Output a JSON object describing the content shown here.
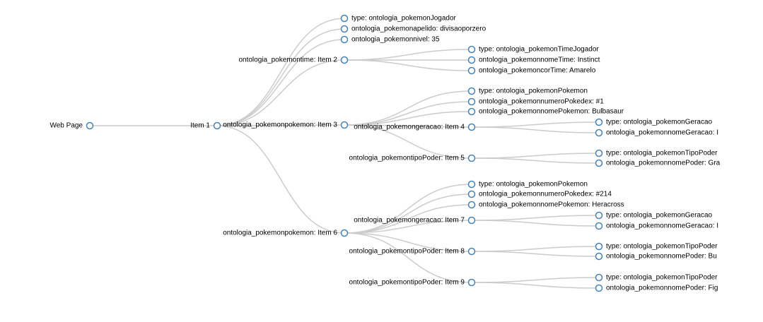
{
  "tree": {
    "name": "Web Page",
    "children": [
      {
        "name": "Item 1",
        "children": [
          {
            "name": "ontologia_pokemontime: Item 2",
            "children": [
              {
                "name": "type: ontologia_pokemonTimeJogador"
              },
              {
                "name": "ontologia_pokemonnomeTime: Instinct"
              },
              {
                "name": "ontologia_pokemoncorTime: Amarelo"
              }
            ]
          },
          {
            "name": "type: ontologia_pokemonJogador"
          },
          {
            "name": "ontologia_pokemonapelido: divisaoporzero"
          },
          {
            "name": "ontologia_pokemonnivel: 35"
          },
          {
            "name": "ontologia_pokemonpokemon: Item 3",
            "children": [
              {
                "name": "type: ontologia_pokemonPokemon"
              },
              {
                "name": "ontologia_pokemonnumeroPokedex: #1"
              },
              {
                "name": "ontologia_pokemonnomePokemon: Bulbasaur"
              },
              {
                "name": "ontologia_pokemongeracao: Item 4",
                "children": [
                  {
                    "name": "type: ontologia_pokemonGeracao"
                  },
                  {
                    "name": "ontologia_pokemonnomeGeracao: I"
                  }
                ]
              },
              {
                "name": "ontologia_pokemontipoPoder: Item 5",
                "children": [
                  {
                    "name": "type: ontologia_pokemonTipoPoder"
                  },
                  {
                    "name": "ontologia_pokemonnomePoder: Gra"
                  }
                ]
              }
            ]
          },
          {
            "name": "ontologia_pokemonpokemon: Item 6",
            "children": [
              {
                "name": "type: ontologia_pokemonPokemon"
              },
              {
                "name": "ontologia_pokemonnumeroPokedex: #214"
              },
              {
                "name": "ontologia_pokemonnomePokemon: Heracross"
              },
              {
                "name": "ontologia_pokemongeracao: Item 7",
                "children": [
                  {
                    "name": "type: ontologia_pokemonGeracao"
                  },
                  {
                    "name": "ontologia_pokemonnomeGeracao: I"
                  }
                ]
              },
              {
                "name": "ontologia_pokemontipoPoder: Item 8",
                "children": [
                  {
                    "name": "type: ontologia_pokemonTipoPoder"
                  },
                  {
                    "name": "ontologia_pokemonnomePoder: Bu"
                  }
                ]
              },
              {
                "name": "ontologia_pokemontipoPoder: Item 9",
                "children": [
                  {
                    "name": "type: ontologia_pokemonTipoPoder"
                  },
                  {
                    "name": "ontologia_pokemonnomePoder: Fig"
                  }
                ]
              }
            ]
          }
        ]
      }
    ]
  },
  "colors": {
    "link": "#cccccc",
    "node_stroke": "#4682b4",
    "node_fill": "#ffffff",
    "text": "#000000"
  }
}
